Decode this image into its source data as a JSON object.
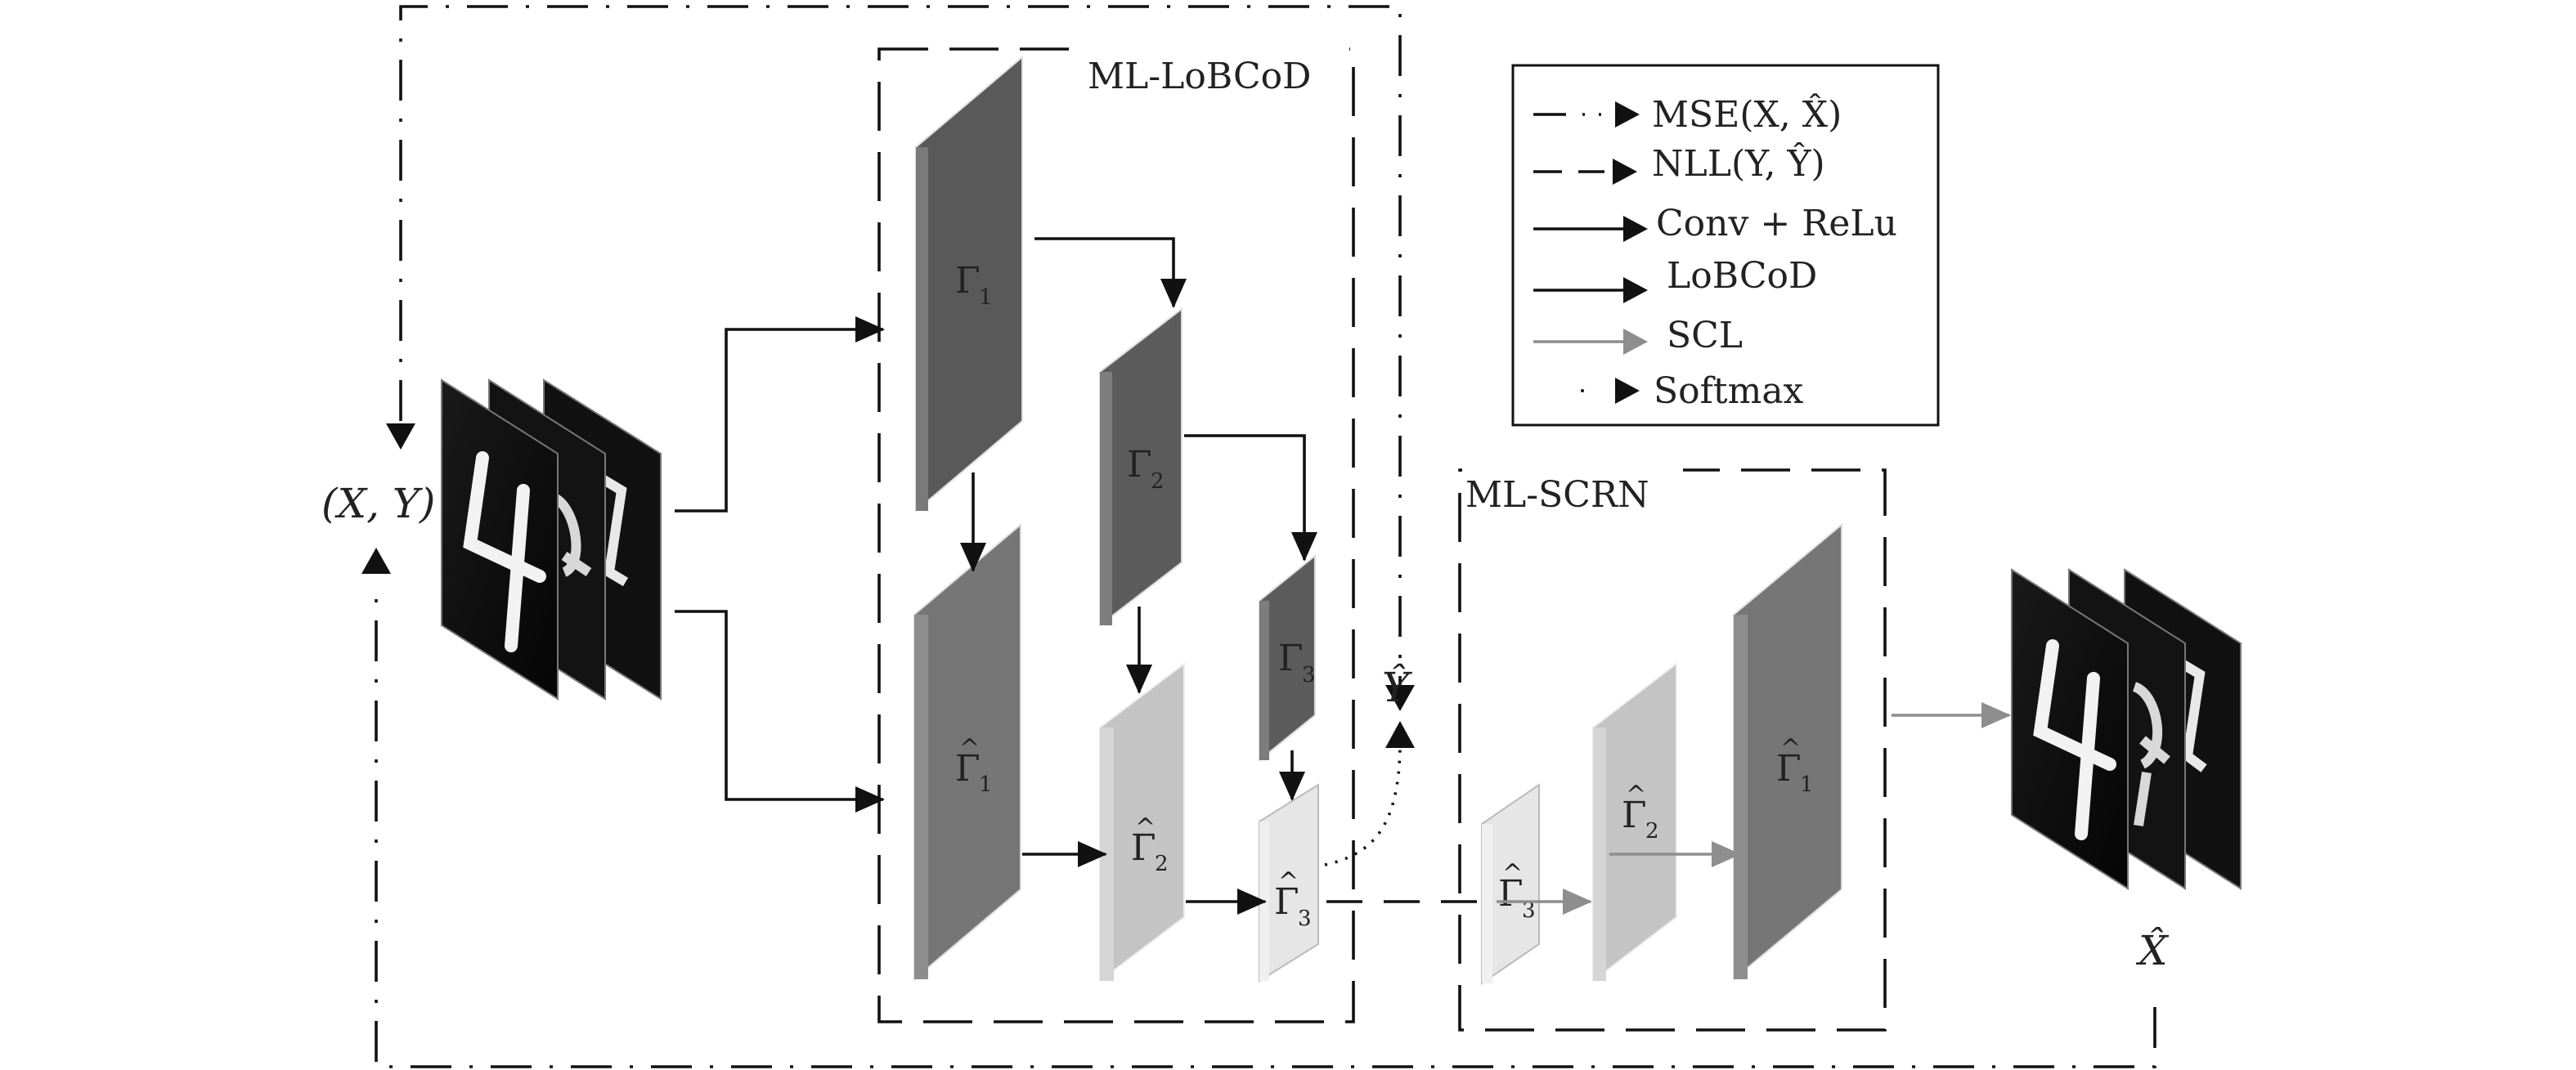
{
  "groups": {
    "encoder_title": "ML-LoBCoD",
    "decoder_title": "ML-SCRN"
  },
  "io": {
    "input_label": "(X, Y)",
    "y_hat_label": "Ŷ",
    "x_hat_label": "X̂"
  },
  "layers": {
    "g1": "Γ",
    "g2": "Γ",
    "g3": "Γ"
  },
  "legend": [
    {
      "kind": "dashdot",
      "label": "MSE(X, X̂)"
    },
    {
      "kind": "dashed",
      "label": "NLL(Y, Ŷ)"
    },
    {
      "kind": "thin",
      "label": "Conv + ReLu"
    },
    {
      "kind": "solid",
      "label": "LoBCoD"
    },
    {
      "kind": "gray",
      "label": "SCL"
    },
    {
      "kind": "dotted",
      "label": "Softmax"
    }
  ],
  "colors": {
    "dark": "#4a4a4a",
    "mid_dark": "#5c5c5c",
    "medium": "#767676",
    "light": "#c4c4c4",
    "lighter": "#e6e6e6",
    "scl_arrow": "#8e8e8e"
  }
}
